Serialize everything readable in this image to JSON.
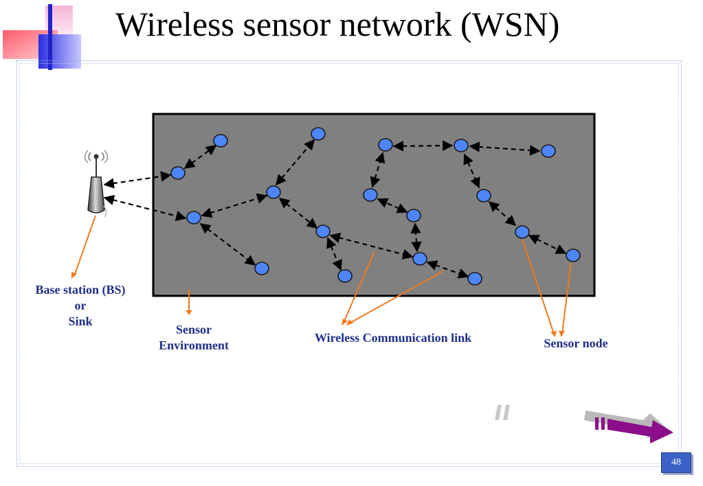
{
  "slide": {
    "title": "Wireless sensor network (WSN)",
    "page_number": "48"
  },
  "labels": {
    "base_station_line1": "Base station (BS)",
    "base_station_line2": "or",
    "base_station_line3": "Sink",
    "environment_line1": "Sensor",
    "environment_line2": "Environment",
    "link": "Wireless Communication link",
    "node": "Sensor node"
  },
  "colors": {
    "environment_fill": "#808080",
    "node_fill": "#4f86f7",
    "callout_line": "#f07a1e",
    "label_text": "#1f2f8c",
    "next_arrow": "#8b0f8b"
  },
  "icons": {
    "base_station": "antenna-tower-icon",
    "next": "next-slide-arrow-icon"
  }
}
